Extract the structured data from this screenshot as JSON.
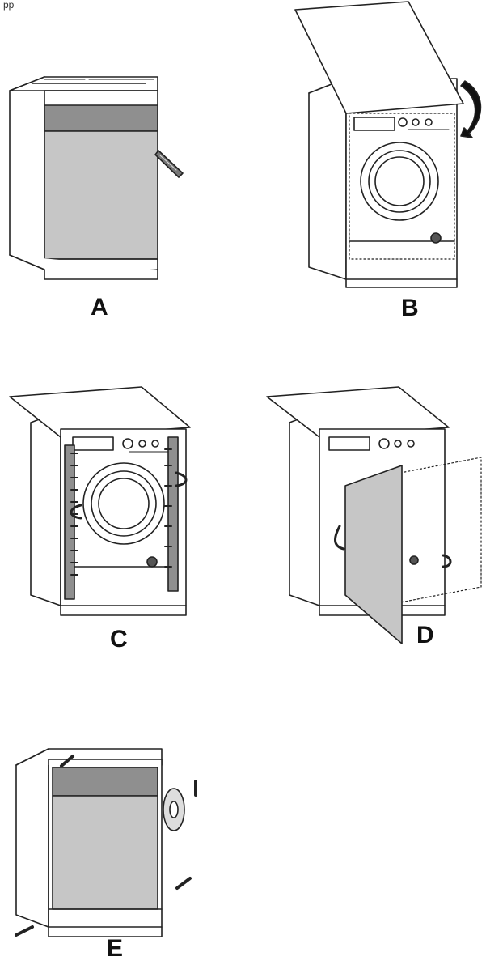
{
  "header": {
    "corner_text": "pp"
  },
  "steps": [
    {
      "label": "A"
    },
    {
      "label": "B"
    },
    {
      "label": "C"
    },
    {
      "label": "D"
    },
    {
      "label": "E"
    }
  ],
  "colors": {
    "line": "#222222",
    "panel": "#c6c6c6",
    "panel_dark": "#8f8f8f",
    "white": "#ffffff"
  }
}
